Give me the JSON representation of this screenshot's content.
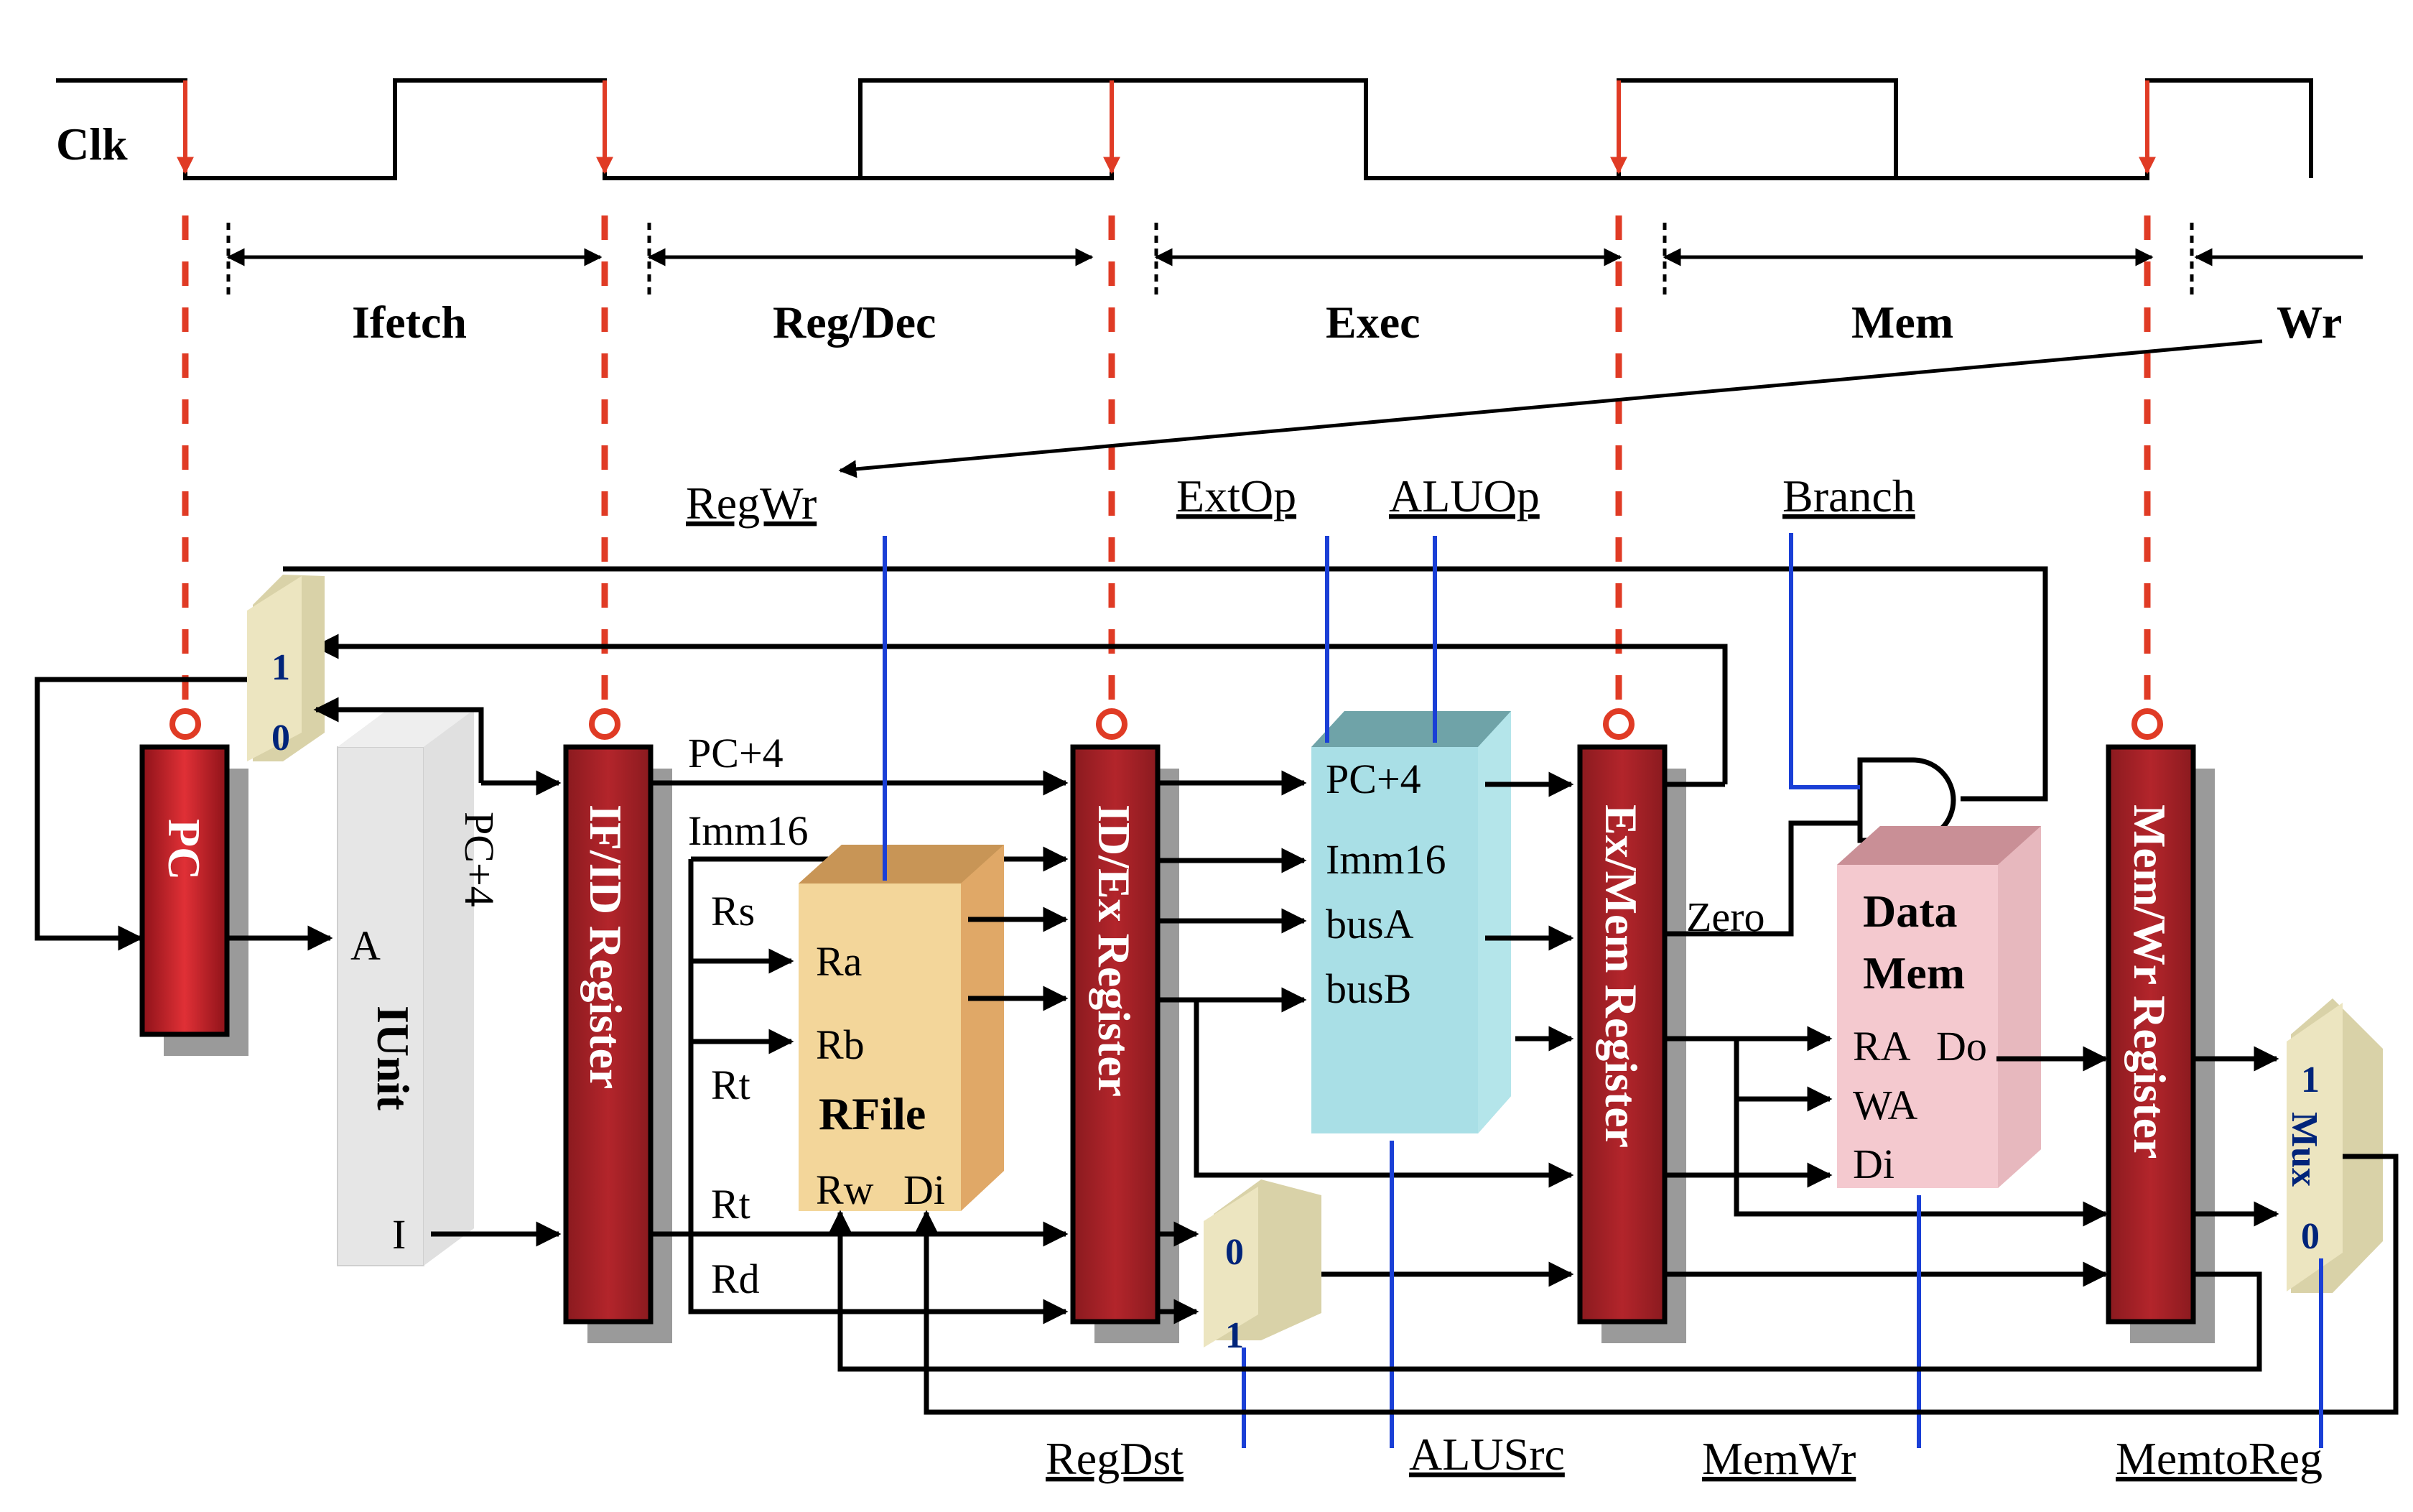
{
  "timing": {
    "clk": "Clk",
    "stages": [
      "Ifetch",
      "Reg/Dec",
      "Exec",
      "Mem",
      "Wr"
    ]
  },
  "controls": {
    "regwr": "RegWr",
    "extop": "ExtOp",
    "aluop": "ALUOp",
    "branch": "Branch",
    "regdst": "RegDst",
    "alusrc": "ALUSrc",
    "memwr": "MemWr",
    "memtoreg": "MemtoReg"
  },
  "blocks": {
    "pc": "PC",
    "iunit": "IUnit",
    "ifid": "IF/ID Register",
    "idex": "ID/Ex Register",
    "exmem": "Ex/Mem Register",
    "memwr": "Mem/Wr Register",
    "rfile": "RFile",
    "data_mem_line1": "Data",
    "data_mem_line2": "Mem",
    "wb_mux": "Mux"
  },
  "signals": {
    "pc4": "PC+4",
    "imm16": "Imm16",
    "rs": "Rs",
    "rt": "Rt",
    "rd": "Rd",
    "ra": "Ra",
    "rb": "Rb",
    "rw": "Rw",
    "di": "Di",
    "busa": "busA",
    "busb": "busB",
    "zero": "Zero",
    "a": "A",
    "i": "I",
    "mem_ra": "RA",
    "mem_do": "Do",
    "mem_wa": "WA",
    "mem_di": "Di",
    "one": "1",
    "zero_digit": "0"
  },
  "colors": {
    "register": "#a51d24",
    "clock_marker": "#e03b25",
    "control_wire": "#1a3fd6",
    "mux": "#ece5c0",
    "alu": "#a9dfe6",
    "rfile": "#f3d69a",
    "data_mem": "#f4c9cf"
  }
}
